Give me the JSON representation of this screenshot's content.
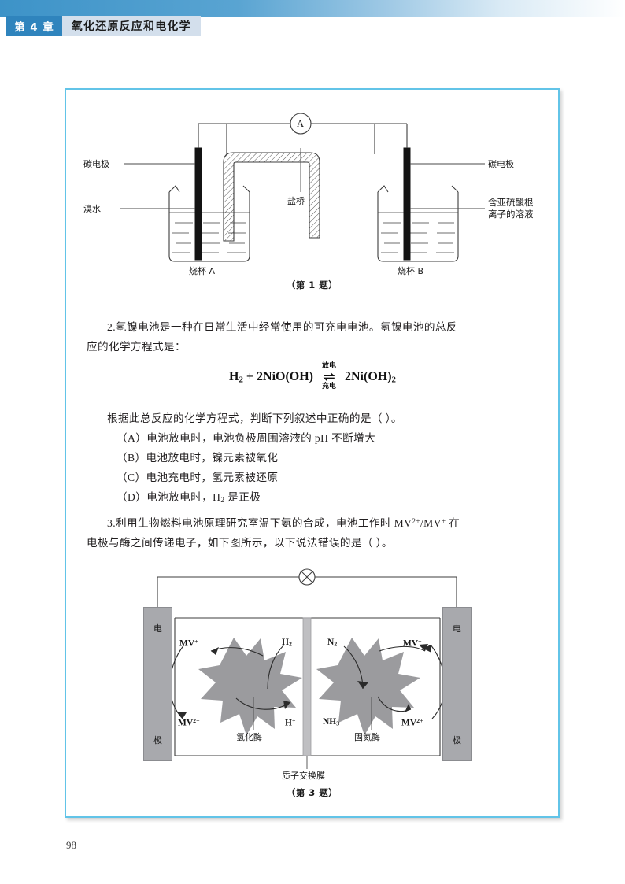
{
  "header": {
    "chapter_number": "第 4 章",
    "chapter_title": "氧化还原反应和电化学",
    "accent_dark": "#2f84bd",
    "accent_light": "#d3dfec",
    "box_border": "#62c4e8"
  },
  "page_number": "98",
  "figure1": {
    "caption": "（第 1 题）",
    "meter_label": "A",
    "labels": {
      "carbon_electrode_left": "碳电极",
      "carbon_electrode_right": "碳电极",
      "bromine_water": "溴水",
      "salt_bridge": "盐桥",
      "sulfite_solution_line1": "含亚硫酸根",
      "sulfite_solution_line2": "离子的溶液",
      "beaker_a": "烧杯 A",
      "beaker_b": "烧杯 B"
    }
  },
  "question2": {
    "number": "2.",
    "text_line1": "氢镍电池是一种在日常生活中经常使用的可充电电池。氢镍电池的总反",
    "text_line2": "应的化学方程式是：",
    "equation": {
      "left": "H₂ + 2NiO(OH)",
      "arrow_top": "放电",
      "arrow_bottom": "充电",
      "right": "2Ni(OH)₂"
    },
    "stem": "根据此总反应的化学方程式，判断下列叙述中正确的是（       ）。",
    "options": [
      "（A）电池放电时，电池负极周围溶液的 pH 不断增大",
      "（B）电池放电时，镍元素被氧化",
      "（C）电池充电时，氢元素被还原",
      "（D）电池放电时，H₂ 是正极"
    ]
  },
  "question3": {
    "number": "3.",
    "text_line1": "利用生物燃料电池原理研究室温下氨的合成，电池工作时 MV²⁺/MV⁺ 在",
    "text_line2": "电极与酶之间传递电子，如下图所示，以下说法错误的是（       ）。"
  },
  "figure2": {
    "caption": "（第 3 题）",
    "lamp_symbol": "⊗",
    "electrode_left_top": "电",
    "electrode_left_bottom": "极",
    "electrode_right_top": "电",
    "electrode_right_bottom": "极",
    "labels": {
      "mv_plus_left": "MV⁺",
      "mv_2plus_left": "MV²⁺",
      "h2": "H₂",
      "h_plus": "H⁺",
      "hydrogenase": "氢化酶",
      "n2": "N₂",
      "nh3": "NH₃",
      "nitrogenase": "固氮酶",
      "mv_plus_right": "MV⁺",
      "mv_2plus_right": "MV²⁺",
      "membrane": "质子交换膜"
    },
    "colors": {
      "electrode_fill": "#a8a9ad",
      "enzyme_fill": "#9b9b9e"
    }
  }
}
